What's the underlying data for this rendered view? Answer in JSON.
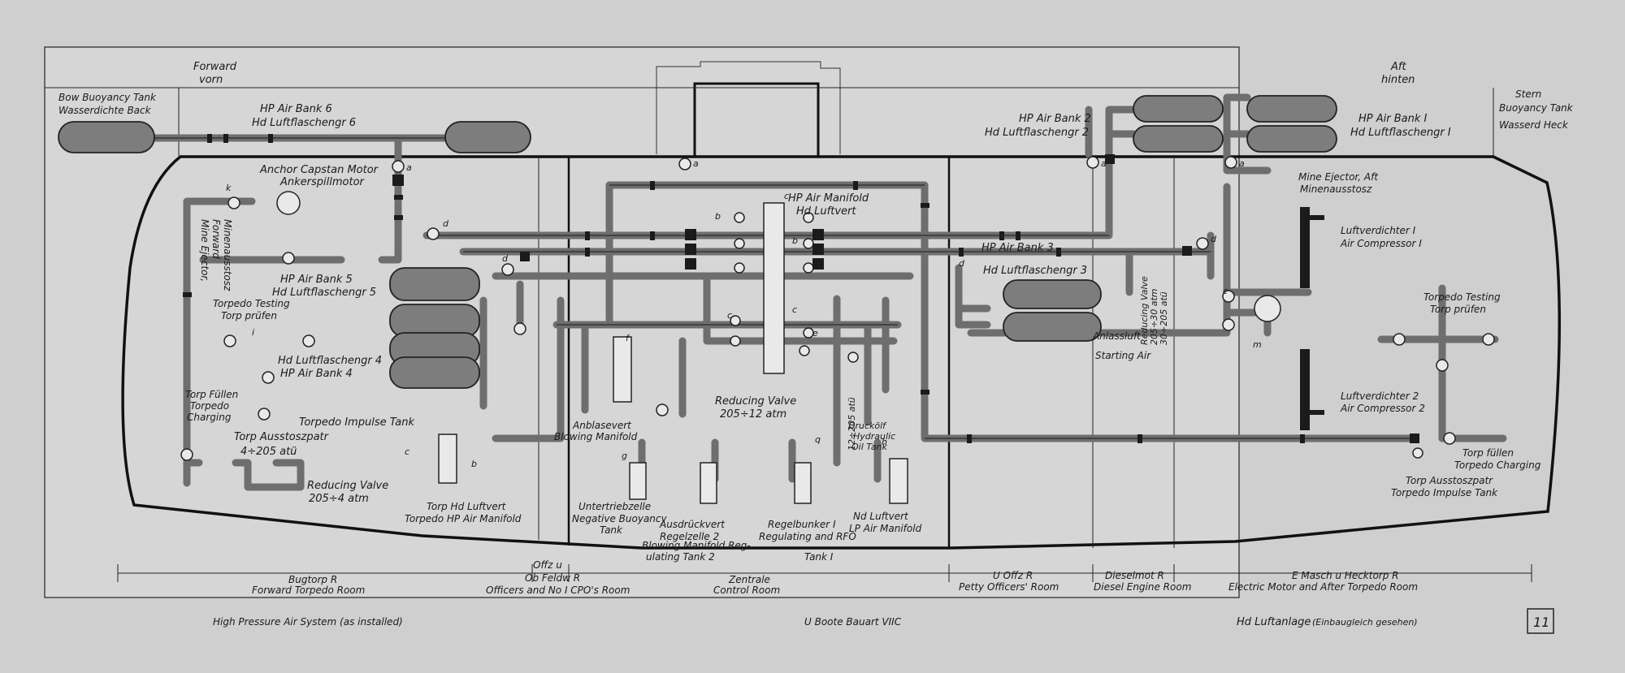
{
  "direction": {
    "forward_en": "Forward",
    "forward_de": "vorn",
    "aft_en": "Aft",
    "aft_de": "hinten"
  },
  "end_tanks": {
    "bow": {
      "en": "Bow Buoyancy Tank",
      "de": "Wasserdichte Back"
    },
    "stern": {
      "en": "Stern",
      "en2": "Buoyancy Tank",
      "de": "Wasserd Heck"
    }
  },
  "components": [
    {
      "id": "hp-air-bank-6",
      "lines": [
        "HP Air Bank 6",
        "Hd Luftflaschengr 6"
      ]
    },
    {
      "id": "anchor-capstan-motor",
      "lines": [
        "Anchor Capstan Motor",
        "Ankerspillmotor"
      ]
    },
    {
      "id": "mine-ejector-forward",
      "lines": [
        "Mine Ejector,",
        "Forward",
        "Minenausstosz"
      ]
    },
    {
      "id": "hp-air-bank-5",
      "lines": [
        "HP Air Bank 5",
        "Hd Luftflaschengr 5"
      ]
    },
    {
      "id": "torpedo-testing-fwd",
      "lines": [
        "Torpedo Testing",
        "Torp prüfen"
      ]
    },
    {
      "id": "hp-air-bank-4",
      "lines": [
        "Hd Luftflaschengr 4",
        "HP Air Bank 4"
      ]
    },
    {
      "id": "torp-fuellen-fwd",
      "lines": [
        "Torp Füllen",
        "Torpedo",
        "Charging"
      ]
    },
    {
      "id": "torpedo-impulse-tank-fwd",
      "lines": [
        "Torpedo Impulse Tank",
        "Torp Ausstoszpatr",
        "4÷205 atü"
      ]
    },
    {
      "id": "reducing-valve-fwd",
      "lines": [
        "Reducing Valve",
        "205÷4 atm"
      ]
    },
    {
      "id": "torpedo-hp-manifold",
      "lines": [
        "Torp Hd Luftvert",
        "Torpedo HP Air Manifold"
      ]
    },
    {
      "id": "blowing-manifold",
      "lines": [
        "Anblasevert",
        "Blowing Manifold"
      ]
    },
    {
      "id": "hp-air-manifold",
      "lines": [
        "HP Air Manifold",
        "Hd Luftvert"
      ]
    },
    {
      "id": "negative-buoyancy-tank",
      "lines": [
        "Untertriebzelle",
        "Negative Buoyancy",
        "Tank"
      ]
    },
    {
      "id": "regulating-tank-2",
      "lines": [
        "Ausdrückvert",
        "Regelzelle 2"
      ]
    },
    {
      "id": "reducing-valve-mid",
      "lines": [
        "Reducing Valve",
        "205÷12 atm",
        "12÷205 atü"
      ]
    },
    {
      "id": "regulating-rfo",
      "lines": [
        "Regelbunker I",
        "Regulating and RFO",
        "Tank I"
      ]
    },
    {
      "id": "hydraulic-oil-tank",
      "lines": [
        "Druckölf",
        "Hydraulic",
        "Oil Tank"
      ]
    },
    {
      "id": "lp-air-manifold",
      "lines": [
        "Nd Luftvert",
        "LP Air Manifold"
      ]
    },
    {
      "id": "blowing-manifold-regulating",
      "lines": [
        "Blowing Manifold Reg-",
        "ulating Tank 2"
      ]
    },
    {
      "id": "hp-air-bank-2",
      "lines": [
        "HP Air Bank 2",
        "Hd Luftflaschengr 2"
      ]
    },
    {
      "id": "hp-air-bank-1",
      "lines": [
        "HP Air Bank I",
        "Hd Luftflaschengr I"
      ]
    },
    {
      "id": "mine-ejector-aft",
      "lines": [
        "Mine Ejector, Aft",
        "Minenausstosz"
      ]
    },
    {
      "id": "hp-air-bank-3",
      "lines": [
        "HP Air Bank 3",
        "Hd Luftflaschengr 3"
      ]
    },
    {
      "id": "reducing-valve-aft",
      "lines": [
        "Reducing Valve",
        "205÷30 atm",
        "30÷205 atü"
      ]
    },
    {
      "id": "starting-air",
      "lines": [
        "Anlassluft",
        "Starting Air"
      ]
    },
    {
      "id": "air-compressor-1",
      "lines": [
        "Luftverdichter I",
        "Air Compressor I"
      ]
    },
    {
      "id": "air-compressor-2",
      "lines": [
        "Luftverdichter 2",
        "Air Compressor 2"
      ]
    },
    {
      "id": "torpedo-testing-aft",
      "lines": [
        "Torpedo Testing",
        "Torp prüfen"
      ]
    },
    {
      "id": "torp-fuellen-aft",
      "lines": [
        "Torp füllen",
        "Torpedo Charging"
      ]
    },
    {
      "id": "torpedo-impulse-tank-aft",
      "lines": [
        "Torp Ausstoszpatr",
        "Torpedo Impulse Tank"
      ]
    }
  ],
  "valve_letters": [
    "a",
    "a",
    "a",
    "a",
    "b",
    "b",
    "b",
    "c",
    "c",
    "c",
    "c",
    "c",
    "d",
    "d",
    "d",
    "d",
    "e",
    "f",
    "g",
    "h",
    "i",
    "k",
    "m",
    "q"
  ],
  "compartments": [
    {
      "de": "Bugtorp R",
      "en": "Forward Torpedo Room"
    },
    {
      "de": "Offz u",
      "de2": "Ob Feldw R",
      "en": "Officers and No I CPO's Room"
    },
    {
      "de": "Zentrale",
      "en": "Control Room"
    },
    {
      "de": "U Offz R",
      "en": "Petty Officers' Room"
    },
    {
      "de": "Dieselmot R",
      "en": "Diesel Engine Room"
    },
    {
      "de": "E Masch u Hecktorp R",
      "en": "Electric Motor and After Torpedo Room"
    }
  ],
  "footer": {
    "left": "High Pressure Air System (as installed)",
    "center": "U Boote Bauart VIIC",
    "right_main": "Hd Luftanlage",
    "right_sub": "(Einbaugleich gesehen)",
    "page": "11"
  }
}
